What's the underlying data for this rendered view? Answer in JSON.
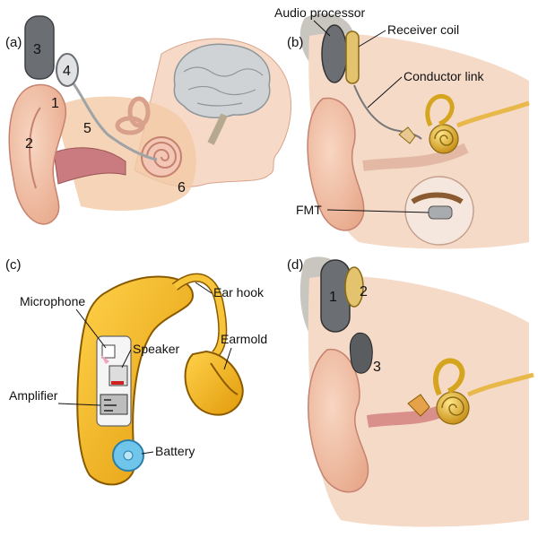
{
  "panels": {
    "a": {
      "label": "(a)",
      "numbers": [
        "1",
        "2",
        "3",
        "4",
        "5",
        "6"
      ]
    },
    "b": {
      "label": "(b)",
      "labels": {
        "audio_processor": "Audio processor",
        "receiver_coil": "Receiver coil",
        "conductor_link": "Conductor link",
        "fmt": "FMT"
      }
    },
    "c": {
      "label": "(c)",
      "labels": {
        "microphone": "Microphone",
        "ear_hook": "Ear hook",
        "speaker": "Speaker",
        "earmold": "Earmold",
        "amplifier": "Amplifier",
        "battery": "Battery"
      }
    },
    "d": {
      "label": "(d)",
      "numbers": [
        "1",
        "2",
        "3"
      ]
    }
  },
  "colors": {
    "skin": "#f2c3a8",
    "skin_dark": "#d9927a",
    "brain": "#cfd3d6",
    "cochlea_gold": "#d6a520",
    "aid_body": "#f2b51c",
    "aid_outline": "#8a5a00",
    "battery_blue": "#6fc6ea",
    "device_gray": "#6b6e72"
  }
}
